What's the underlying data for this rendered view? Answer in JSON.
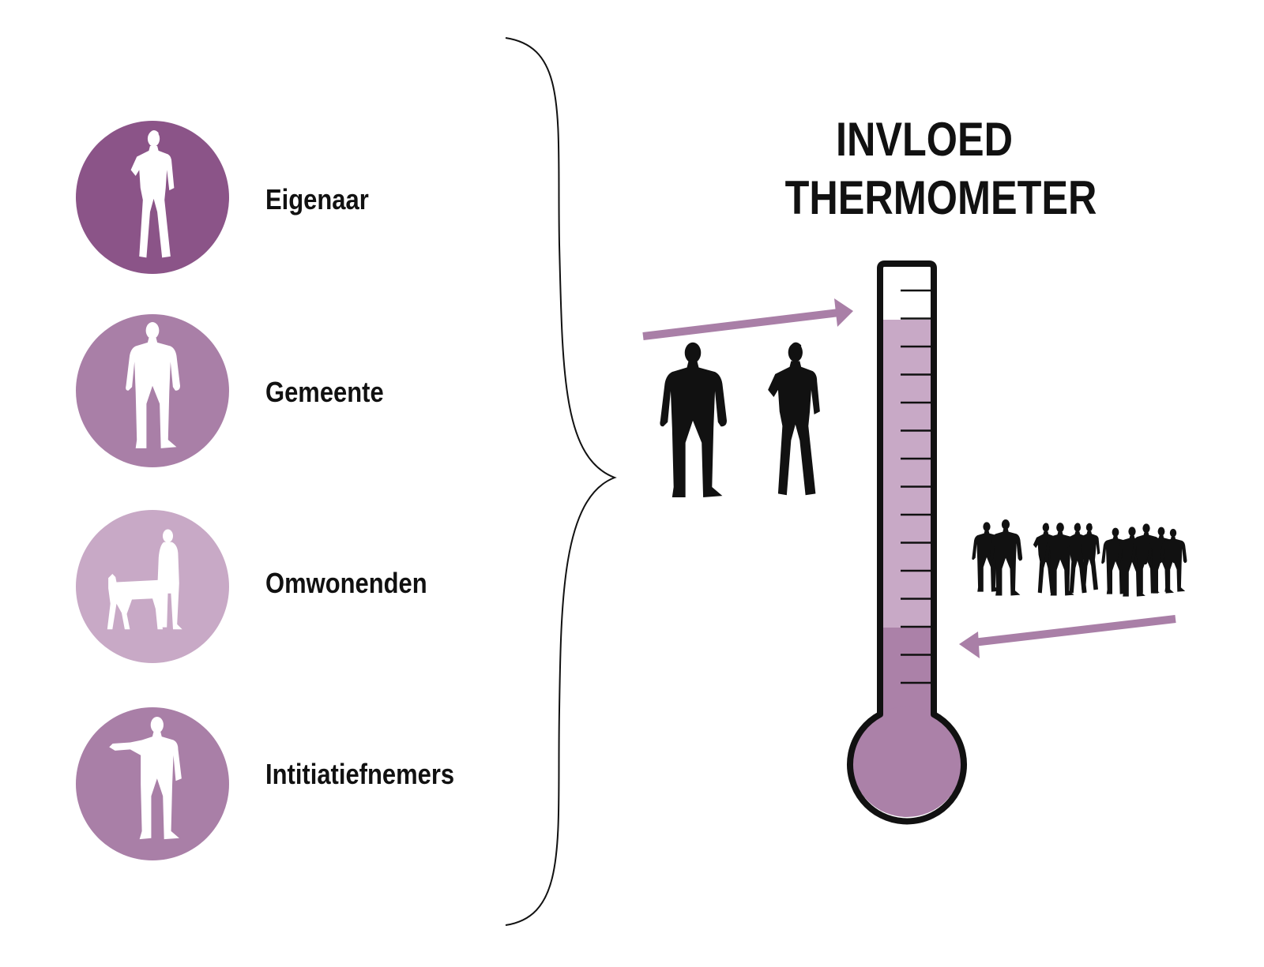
{
  "title": {
    "line1": "INVLOED",
    "line2": "THERMOMETER"
  },
  "stakeholders": [
    {
      "label": "Eigenaar",
      "icon": "businesswoman-icon",
      "color": "#8B5488"
    },
    {
      "label": "Gemeente",
      "icon": "businessman-hands-in-pockets-icon",
      "color": "#A97FA7"
    },
    {
      "label": "Omwonenden",
      "icon": "person-with-dog-icon",
      "color": "#C8A9C6"
    },
    {
      "label": "Intitiatiefnemers",
      "icon": "presenting-man-icon",
      "color": "#A97FA7"
    }
  ],
  "thermometer": {
    "upper_fill_color": "#C8A9C6",
    "lower_fill_color": "#AB81A8",
    "outline_color": "#111111",
    "tick_count": 15
  },
  "arrows": {
    "color": "#A97FA7",
    "in_arrow": "arrow-right-icon",
    "out_arrow": "arrow-left-icon"
  },
  "groups": {
    "pair": "business-pair-icon",
    "crowd": "business-crowd-icon"
  }
}
